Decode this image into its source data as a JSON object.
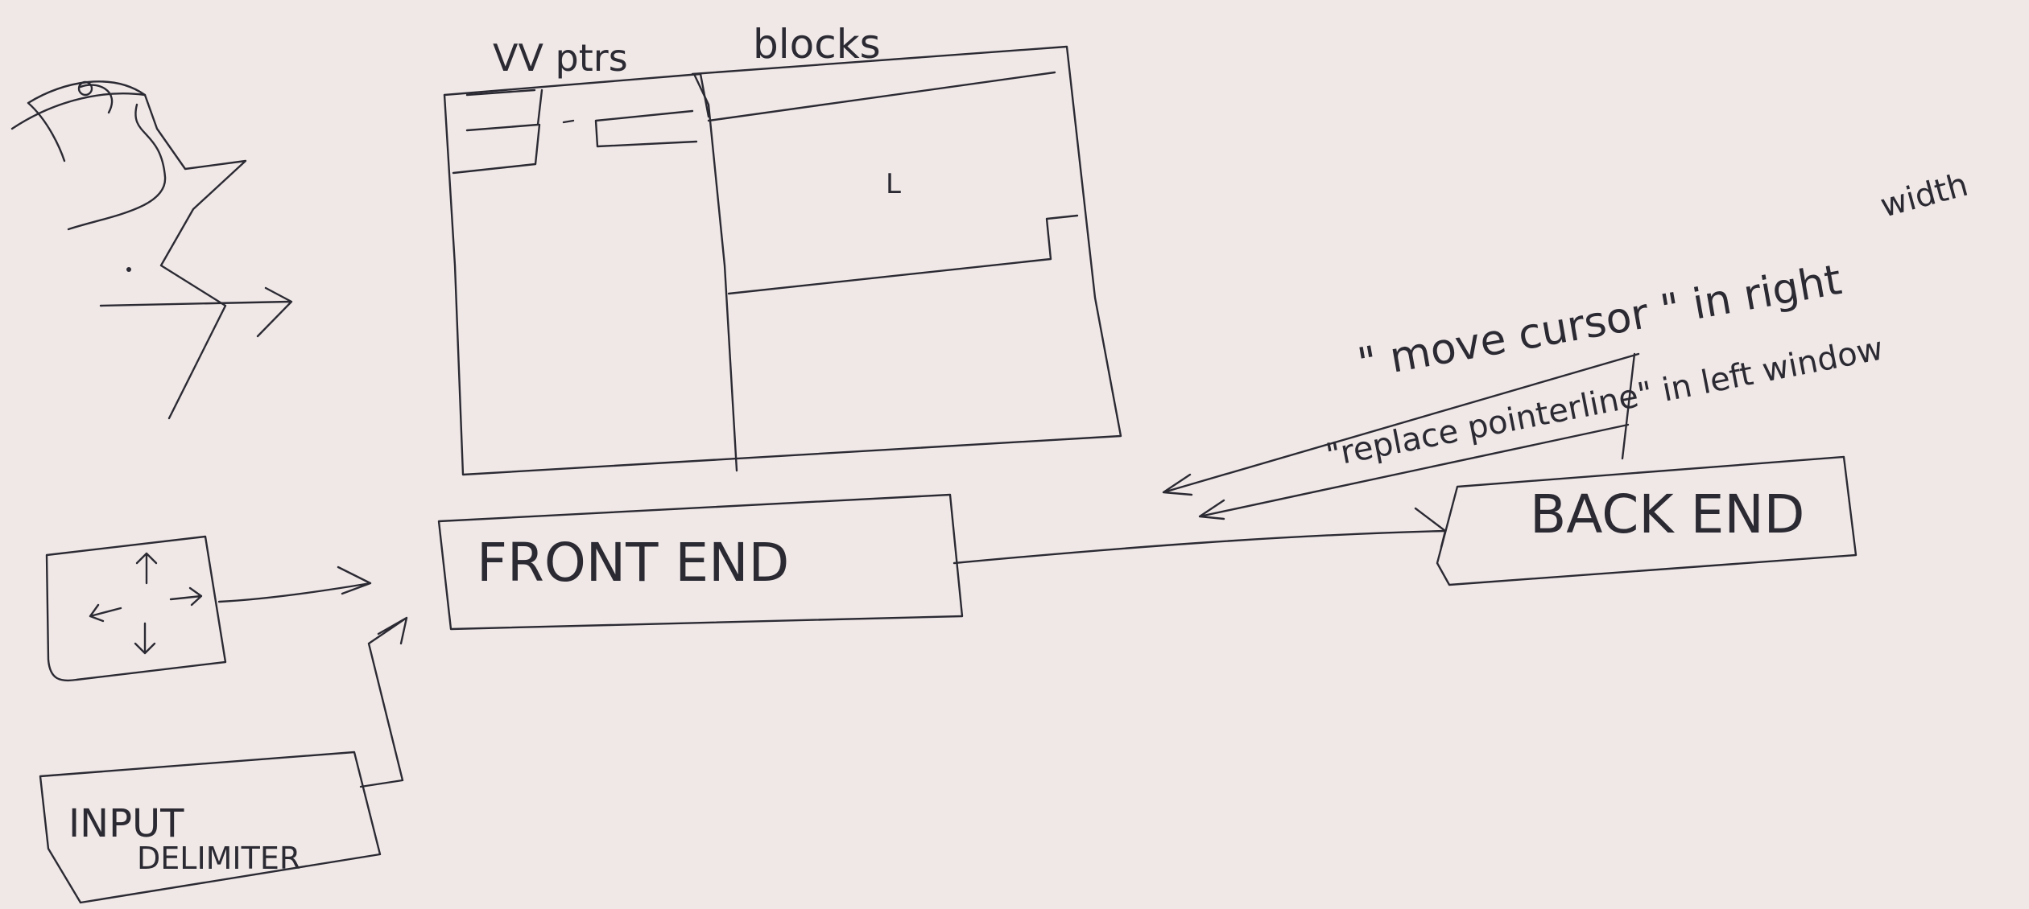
{
  "labels": {
    "vv_ptrs": "VV ptrs",
    "blocks": "blocks",
    "cursor_mark": "L",
    "front_end": "FRONT END",
    "back_end": "BACK END",
    "input_line1": "INPUT",
    "input_line2": "DELIMITER",
    "msg_move_cursor": "\" move cursor \" in right",
    "msg_window_insert": "width",
    "msg_replace": "\"replace pointerline\" in left window"
  },
  "colors": {
    "ink": "#2b2a33",
    "paper": "#f0e8e7"
  }
}
